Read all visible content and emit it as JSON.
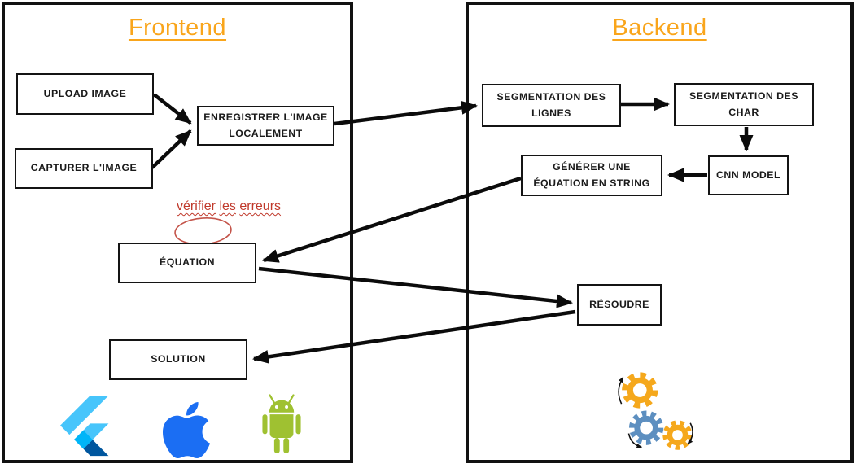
{
  "panels": {
    "frontend": {
      "title": "Frontend"
    },
    "backend": {
      "title": "Backend"
    }
  },
  "nodes": {
    "upload_image": {
      "label": "UPLOAD IMAGE"
    },
    "capturer_image": {
      "label": "CAPTURER L'IMAGE"
    },
    "enregistrer": {
      "label": "ENREGISTRER L'IMAGE\nLOCALEMENT"
    },
    "equation": {
      "label": "ÉQUATION"
    },
    "solution": {
      "label": "SOLUTION"
    },
    "seg_lignes": {
      "label": "SEGMENTATION DES\nLIGNES"
    },
    "seg_char": {
      "label": "SEGMENTATION DES\nCHAR"
    },
    "cnn_model": {
      "label": "CNN MODEL"
    },
    "generer": {
      "label": "GÉNÉRER UNE\nÉQUATION EN STRING"
    },
    "resoudre": {
      "label": "RÉSOUDRE"
    }
  },
  "annotation": {
    "w1": "vérifier",
    "w2": "les",
    "w3": "erreurs"
  },
  "edges": [
    {
      "from": "upload_image",
      "to": "enregistrer"
    },
    {
      "from": "capturer_image",
      "to": "enregistrer"
    },
    {
      "from": "enregistrer",
      "to": "seg_lignes"
    },
    {
      "from": "seg_lignes",
      "to": "seg_char"
    },
    {
      "from": "seg_char",
      "to": "cnn_model"
    },
    {
      "from": "cnn_model",
      "to": "generer"
    },
    {
      "from": "generer",
      "to": "equation"
    },
    {
      "from": "equation",
      "to": "resoudre"
    },
    {
      "from": "resoudre",
      "to": "solution"
    }
  ],
  "icons": {
    "frontend_platforms": [
      "flutter-icon",
      "apple-icon",
      "android-icon"
    ],
    "backend_processing": "gears-icon"
  },
  "colors": {
    "title_orange": "#F9A51B",
    "annotation_red": "#C0392B",
    "arrow_black": "#0b0b0b",
    "flutter_light": "#47C5FB",
    "flutter_mid": "#00B5F8",
    "flutter_dark": "#00569E",
    "apple_blue": "#1B6EF3",
    "android_green": "#9FC131",
    "gear_orange": "#F5A81C",
    "gear_blue": "#5D8FC0"
  }
}
